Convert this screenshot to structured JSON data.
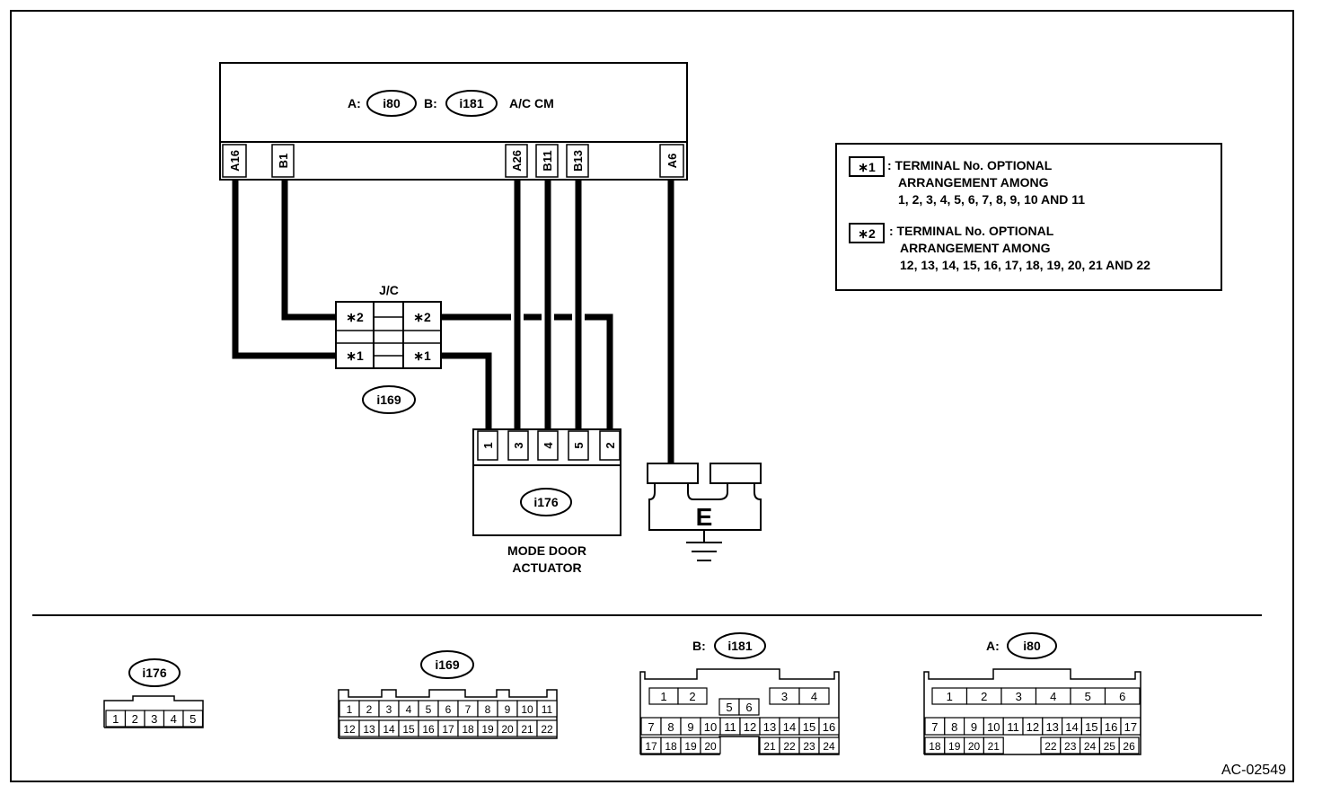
{
  "ac_cm": {
    "prefix_a": "A:",
    "conn_a": "i80",
    "prefix_b": "B:",
    "conn_b": "i181",
    "name": "A/C CM",
    "pins": [
      "A16",
      "B1",
      "A26",
      "B11",
      "B13",
      "A6"
    ]
  },
  "jc": {
    "label": "J/C",
    "connector": "i169",
    "pins_left": [
      "∗2",
      "∗1"
    ],
    "pins_right": [
      "∗2",
      "∗1"
    ]
  },
  "actuator": {
    "connector": "i176",
    "name_line1": "MODE DOOR",
    "name_line2": "ACTUATOR",
    "pins": [
      "1",
      "3",
      "4",
      "5",
      "2"
    ]
  },
  "ground": {
    "label": "E"
  },
  "legend": {
    "note1": {
      "key": "∗1",
      "line1": ": TERMINAL No. OPTIONAL",
      "line2": "ARRANGEMENT AMONG",
      "line3": "1, 2, 3, 4, 5, 6, 7, 8, 9, 10 AND 11"
    },
    "note2": {
      "key": "∗2",
      "line1": ": TERMINAL No. OPTIONAL",
      "line2": "ARRANGEMENT AMONG",
      "line3": "12, 13, 14, 15, 16, 17, 18, 19, 20, 21 AND 22"
    }
  },
  "connectors": {
    "i176": {
      "label": "i176",
      "row1": [
        "1",
        "2",
        "3",
        "4",
        "5"
      ]
    },
    "i169": {
      "label": "i169",
      "row1": [
        "1",
        "2",
        "3",
        "4",
        "5",
        "6",
        "7",
        "8",
        "9",
        "10",
        "11"
      ],
      "row2": [
        "12",
        "13",
        "14",
        "15",
        "16",
        "17",
        "18",
        "19",
        "20",
        "21",
        "22"
      ]
    },
    "i181": {
      "prefix": "B:",
      "label": "i181",
      "top_left": [
        "1",
        "2"
      ],
      "top_mid": [
        "5",
        "6"
      ],
      "top_right": [
        "3",
        "4"
      ],
      "row2": [
        "7",
        "8",
        "9",
        "10",
        "11",
        "12",
        "13",
        "14",
        "15",
        "16"
      ],
      "row3_left": [
        "17",
        "18",
        "19",
        "20"
      ],
      "row3_right": [
        "21",
        "22",
        "23",
        "24"
      ]
    },
    "i80": {
      "prefix": "A:",
      "label": "i80",
      "row1": [
        "1",
        "2",
        "3",
        "4",
        "5",
        "6"
      ],
      "row2": [
        "7",
        "8",
        "9",
        "10",
        "11",
        "12",
        "13",
        "14",
        "15",
        "16",
        "17"
      ],
      "row3_left": [
        "18",
        "19",
        "20",
        "21"
      ],
      "row3_right": [
        "22",
        "23",
        "24",
        "25",
        "26"
      ]
    }
  },
  "figure_id": "AC-02549"
}
